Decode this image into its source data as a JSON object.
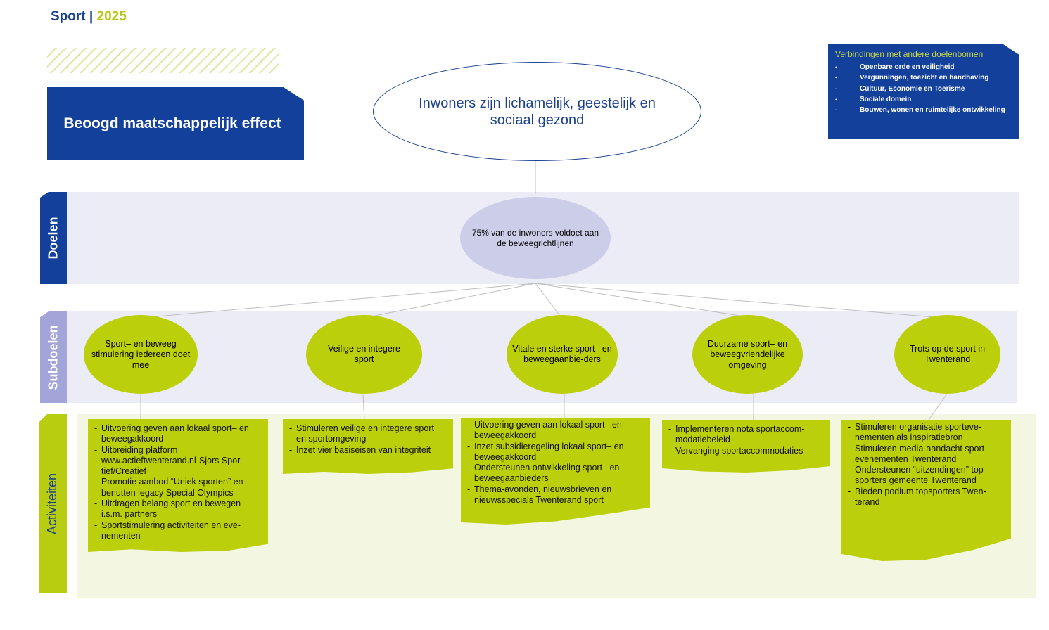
{
  "header": {
    "sport": "Sport",
    "sep": "|",
    "year": "2025"
  },
  "effect_label": "Beoogd maatschappelijk effect",
  "connections": {
    "title": "Verbindingen met andere doelenbomen",
    "items": [
      "Openbare orde en veiligheid",
      "Vergunningen, toezicht en handhaving",
      "Cultuur, Economie en Toerisme",
      "Sociale domein",
      "Bouwen, wonen en ruimtelijke ontwikkeling"
    ]
  },
  "main_effect": "Inwoners zijn lichamelijk, geestelijk en sociaal gezond",
  "rows": {
    "doelen": "Doelen",
    "subdoelen": "Subdoelen",
    "activiteiten": "Activiteiten"
  },
  "goal": "75% van de inwoners voldoet aan de beweegrichtlijnen",
  "subgoals": [
    "Sport– en beweeg stimulering iedereen doet mee",
    "Veilige en integere sport",
    "Vitale en sterke sport– en beweegaanbie-ders",
    "Duurzame sport– en beweegvriendelijke omgeving",
    "Trots op de sport in Twenterand"
  ],
  "activities": [
    [
      "Uitvoering geven aan lokaal sport– en beweegakkoord",
      "Uitbreiding platform www.actieftwenterand.nl-Sjors Spor-tief/Creatief",
      "Promotie aanbod “Uniek sporten” en benutten legacy Special Olympics",
      "Uitdragen belang sport en bewegen i.s.m. partners",
      "Sportstimulering activiteiten en eve-nementen"
    ],
    [
      "Stimuleren veilige en integere sport en sportomgeving",
      "Inzet vier basiseisen van integriteit"
    ],
    [
      "Uitvoering geven aan lokaal sport– en beweegakkoord",
      "Inzet subsidieregeling lokaal sport– en beweegakkoord",
      "Ondersteunen ontwikkeling sport– en beweegaanbieders",
      "Thema-avonden, nieuwsbrieven en nieuwsspecials Twenterand sport"
    ],
    [
      "Implementeren nota sportaccom-modatiebeleid",
      "Vervanging sportaccommodaties"
    ],
    [
      "Stimuleren organisatie sporteve-nementen als inspiratiebron",
      "Stimuleren media-aandacht sport-evenementen Twenterand",
      "Ondersteunen “uitzendingen” top-sporters gemeente Twenterand",
      "Bieden podium topsporters Twen-terand"
    ]
  ],
  "colors": {
    "navy": "#12409a",
    "lime": "#bccf0b",
    "lavender": "#cccde9",
    "band": "#ececf6"
  }
}
